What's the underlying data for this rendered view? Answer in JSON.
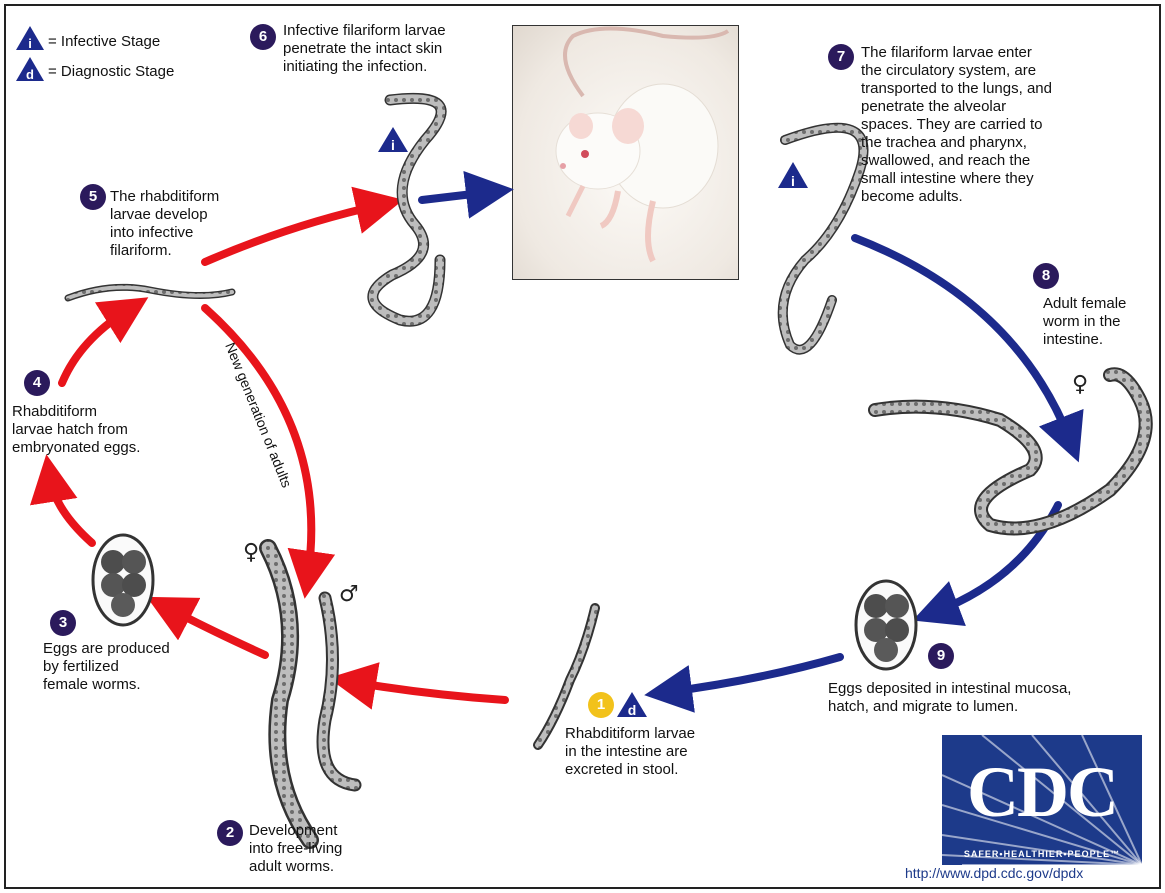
{
  "legend": {
    "infective_letter": "i",
    "infective_label": "= Infective Stage",
    "diagnostic_letter": "d",
    "diagnostic_label": "= Diagnostic Stage"
  },
  "steps": [
    {
      "num": "1",
      "text": "Rhabditiform larvae\nin the intestine are\nexcreted in stool."
    },
    {
      "num": "2",
      "text": "Development\ninto free-living\nadult worms."
    },
    {
      "num": "3",
      "text": "Eggs are produced\nby fertilized\nfemale worms."
    },
    {
      "num": "4",
      "text": "Rhabditiform\nlarvae hatch from\nembryonated eggs."
    },
    {
      "num": "5",
      "text": "The rhabditiform\nlarvae develop\ninto infective\nfilariform."
    },
    {
      "num": "6",
      "text": "Infective filariform larvae\npenetrate the intact skin\ninitiating the infection."
    },
    {
      "num": "7",
      "text": "The filariform larvae enter\nthe circulatory system, are\ntransported to the lungs, and\npenetrate the alveolar\nspaces.  They are carried to\nthe trachea and pharynx,\nswallowed, and reach the\nsmall intestine where they\nbecome adults."
    },
    {
      "num": "8",
      "text": "Adult female\nworm in the\nintestine."
    },
    {
      "num": "9",
      "text": "Eggs deposited in intestinal mucosa,\nhatch, and migrate to lumen."
    }
  ],
  "arrow_label": "New generation of adults",
  "symbols": {
    "female": "♀",
    "male": "♂"
  },
  "cdc": {
    "logo": "CDC",
    "tagline": "SAFER•HEALTHIER•PEOPLE™",
    "url": "http://www.dpd.cdc.gov/dpdx"
  },
  "colors": {
    "red_arrow": "#e8141b",
    "blue_arrow": "#1c2a8c",
    "badge": "#2b1a5c",
    "badge_diagnostic": "#f2c21b",
    "cdc_blue": "#1d3a8a"
  }
}
